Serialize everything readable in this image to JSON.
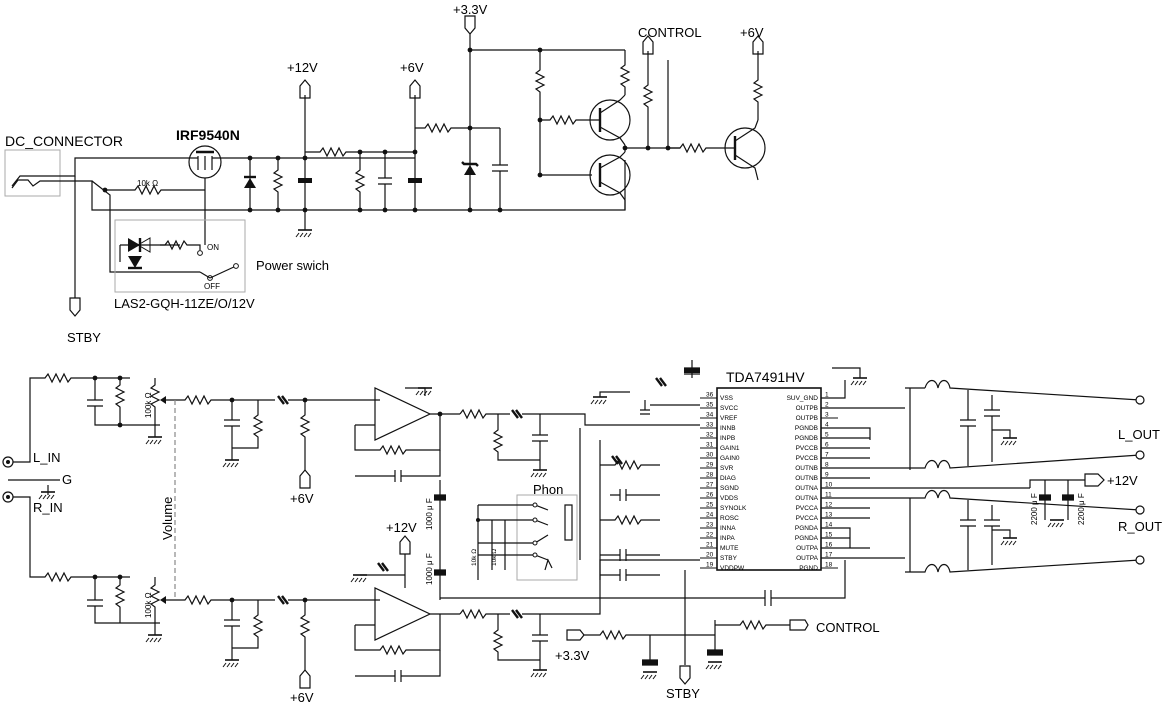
{
  "labels": {
    "v33_top": "+3.3V",
    "control_top": "CONTROL",
    "v6_top": "+6V",
    "v12_top": "+12V",
    "v6_mid": "+6V",
    "dc_connector": "DC_CONNECTOR",
    "irf": "IRF9540N",
    "r10k": "10k Ω",
    "on": "ON",
    "off": "OFF",
    "power_switch": "Power swich",
    "las2": "LAS2-GQH-11ZE/O/12V",
    "stby_top": "STBY",
    "tda": "TDA7491HV",
    "l_in": "L_IN",
    "g": "G",
    "r_in": "R_IN",
    "volume": "Volume",
    "pot_top": "100k Ω",
    "pot_bot": "100k Ω",
    "v6_a": "+6V",
    "v6_b": "+6V",
    "cap_1000_a": "1000 μ F",
    "cap_1000_b": "1000 μ F",
    "v12_amp": "+12V",
    "phon": "Phon",
    "r10k_a": "10k Ω",
    "r10k_b": "10k Ω",
    "l_out": "L_OUT",
    "r_out": "R_OUT",
    "v12_right": "+12V",
    "cap_2200_a": "2200 μ F",
    "cap_2200_b": "2200 μ F",
    "v33_bottom": "+3.3V",
    "stby_bottom": "STBY",
    "control_bottom": "CONTROL"
  },
  "ic_left_pins": [
    {
      "num": "36",
      "name": "VSS"
    },
    {
      "num": "35",
      "name": "SVCC"
    },
    {
      "num": "34",
      "name": "VREF"
    },
    {
      "num": "33",
      "name": "INNB"
    },
    {
      "num": "32",
      "name": "INPB"
    },
    {
      "num": "31",
      "name": "GAIN1"
    },
    {
      "num": "30",
      "name": "GAIN0"
    },
    {
      "num": "29",
      "name": "SVR"
    },
    {
      "num": "28",
      "name": "DIAG"
    },
    {
      "num": "27",
      "name": "SGND"
    },
    {
      "num": "26",
      "name": "VDDS"
    },
    {
      "num": "25",
      "name": "SYNOLK"
    },
    {
      "num": "24",
      "name": "ROSC"
    },
    {
      "num": "23",
      "name": "INNA"
    },
    {
      "num": "22",
      "name": "INPA"
    },
    {
      "num": "21",
      "name": "MUTE"
    },
    {
      "num": "20",
      "name": "STBY"
    },
    {
      "num": "19",
      "name": "VDDPW"
    }
  ],
  "ic_right_pins": [
    {
      "num": "1",
      "name": "SUV_GND"
    },
    {
      "num": "2",
      "name": "OUTPB"
    },
    {
      "num": "3",
      "name": "OUTPB"
    },
    {
      "num": "4",
      "name": "PGNDB"
    },
    {
      "num": "5",
      "name": "PGNDB"
    },
    {
      "num": "6",
      "name": "PVCCB"
    },
    {
      "num": "7",
      "name": "PVCCB"
    },
    {
      "num": "8",
      "name": "OUTNB"
    },
    {
      "num": "9",
      "name": "OUTNB"
    },
    {
      "num": "10",
      "name": "OUTNA"
    },
    {
      "num": "11",
      "name": "OUTNA"
    },
    {
      "num": "12",
      "name": "PVCCA"
    },
    {
      "num": "13",
      "name": "PVCCA"
    },
    {
      "num": "14",
      "name": "PGNDA"
    },
    {
      "num": "15",
      "name": "PGNDA"
    },
    {
      "num": "16",
      "name": "OUTPA"
    },
    {
      "num": "17",
      "name": "OUTPA"
    },
    {
      "num": "18",
      "name": "PGND"
    }
  ]
}
